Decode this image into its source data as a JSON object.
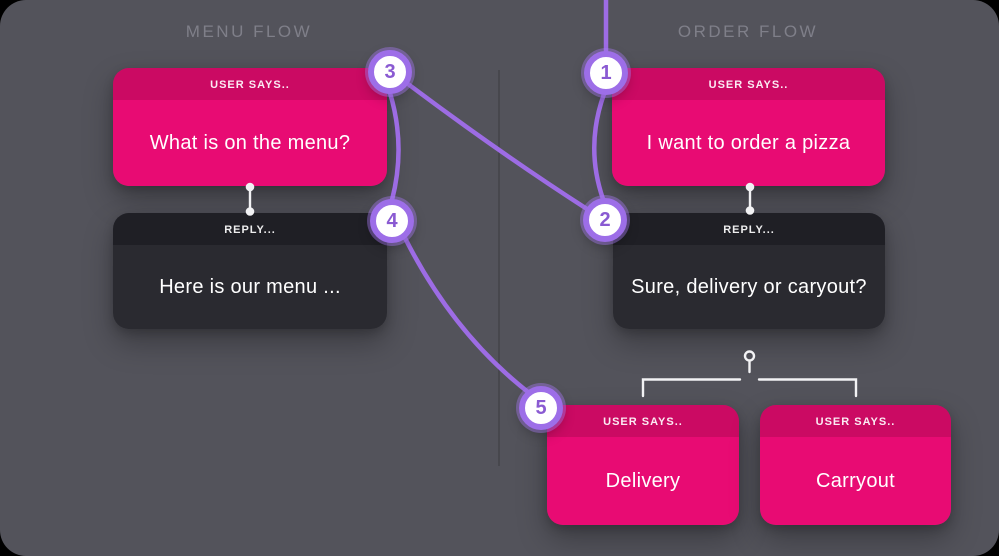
{
  "titles": {
    "menu": "MENU FLOW",
    "order": "ORDER FLOW"
  },
  "cards": {
    "menu_user": {
      "header": "USER SAYS..",
      "text": "What is on the menu?"
    },
    "menu_reply": {
      "header": "REPLY...",
      "text": "Here is our menu ..."
    },
    "order_user": {
      "header": "USER SAYS..",
      "text": "I want to order a pizza"
    },
    "order_reply": {
      "header": "REPLY...",
      "text": "Sure, delivery or caryout?"
    },
    "delivery": {
      "header": "USER SAYS..",
      "text": "Delivery"
    },
    "carryout": {
      "header": "USER SAYS..",
      "text": "Carryout"
    }
  },
  "markers": {
    "m1": "1",
    "m2": "2",
    "m3": "3",
    "m4": "4",
    "m5": "5"
  },
  "colors": {
    "background": "#53535b",
    "divider": "#47474d",
    "user_card": "#e80b73",
    "user_card_header": "#cb0a63",
    "reply_card": "#2a2a30",
    "reply_card_header": "#1f1f25",
    "connector_purple": "#9d6ce4",
    "connector_white": "#f2f2f4",
    "ring": "#9d6ee8",
    "marker_number": "#8a5ad2",
    "title_text": "#7f7f89",
    "card_text": "#ffffff"
  }
}
